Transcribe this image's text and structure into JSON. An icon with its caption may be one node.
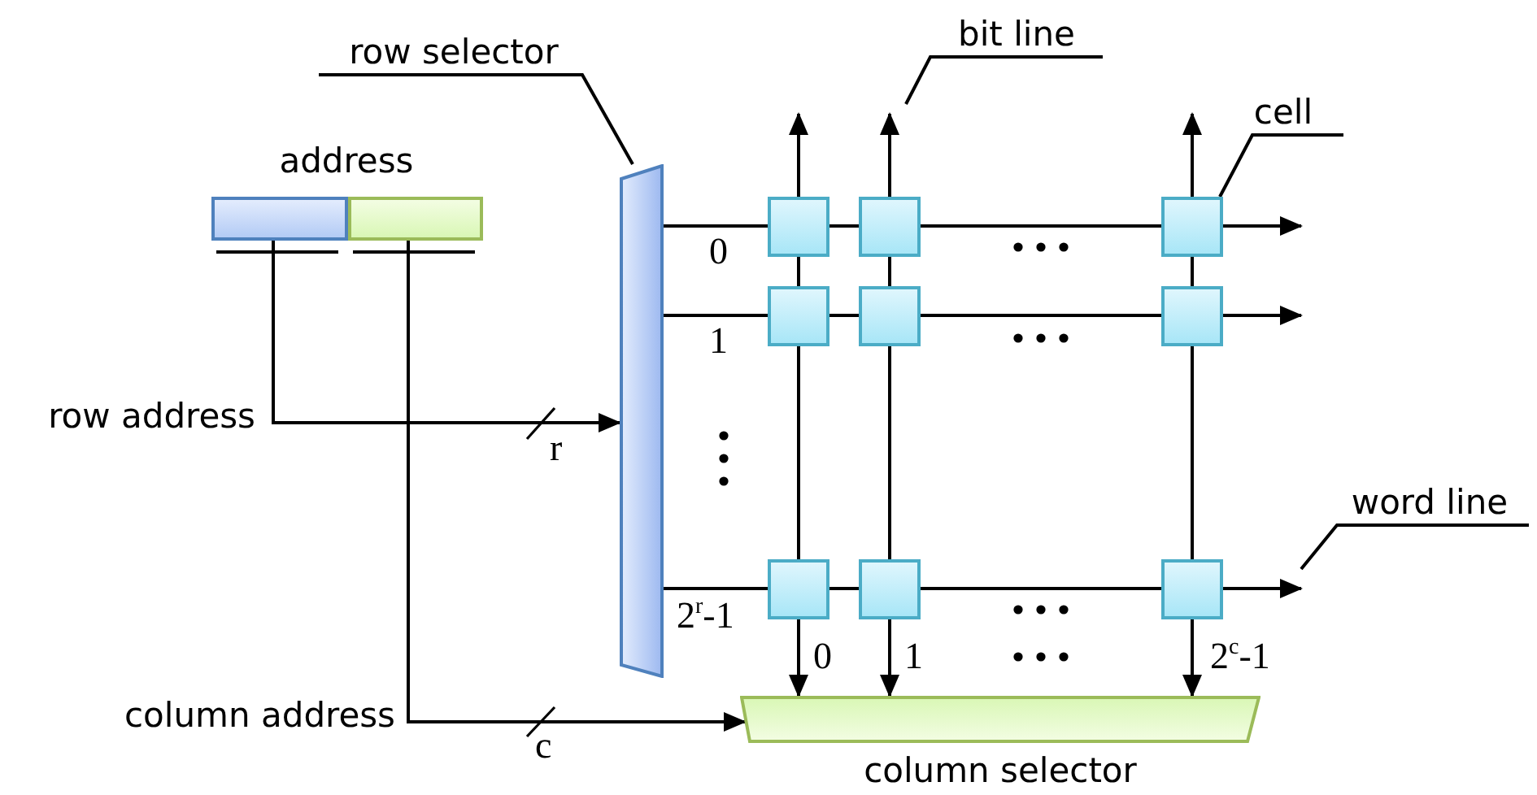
{
  "diagram": {
    "nodes": [
      {
        "text": [
          "address"
        ]
      },
      {
        "text": [],
        "shape": "box",
        "in": 0
      },
      {
        "text": [],
        "shape": "box",
        "in": 0
      },
      {
        "text": [
          "row selector"
        ]
      },
      {
        "text": [],
        "shape": "bar"
      },
      {
        "text": [
          "bit line"
        ]
      },
      {
        "text": [
          "cell"
        ]
      },
      {
        "text": [],
        "shape": "box"
      },
      {
        "text": [],
        "shape": "box"
      },
      {
        "text": [],
        "shape": "box"
      },
      {
        "text": [],
        "shape": "box"
      },
      {
        "text": [],
        "shape": "box"
      },
      {
        "text": [],
        "shape": "box"
      },
      {
        "text": [],
        "shape": "box"
      },
      {
        "text": [],
        "shape": "box"
      },
      {
        "text": [],
        "shape": "box"
      },
      {
        "text": [
          "word line"
        ]
      },
      {
        "text": [
          "column selector"
        ]
      }
    ],
    "edges": [
      {
        "from": 1,
        "to": 4,
        "arrow": "to",
        "label": "row address"
      },
      {
        "from": 2,
        "to": 17,
        "arrow": "to",
        "label": "column address"
      },
      {
        "from": 3,
        "to": 4,
        "arrow": "none"
      },
      {
        "from": 5,
        "to": null,
        "arrow": "none"
      },
      {
        "from": 6,
        "to": 9,
        "arrow": "none"
      },
      {
        "from": 16,
        "to": null,
        "arrow": "none"
      },
      {
        "from": 4,
        "to": null,
        "arrow": "to"
      },
      {
        "from": 4,
        "to": null,
        "arrow": "to"
      },
      {
        "from": 4,
        "to": null,
        "arrow": "to"
      },
      {
        "from": null,
        "to": 17,
        "arrow": "both"
      },
      {
        "from": null,
        "to": 17,
        "arrow": "both"
      },
      {
        "from": null,
        "to": 17,
        "arrow": "both"
      }
    ],
    "labels": [
      "r",
      "c",
      "0",
      "1",
      "2$^{r}$-1",
      "0",
      "1",
      "2$^{c}$-1"
    ]
  }
}
